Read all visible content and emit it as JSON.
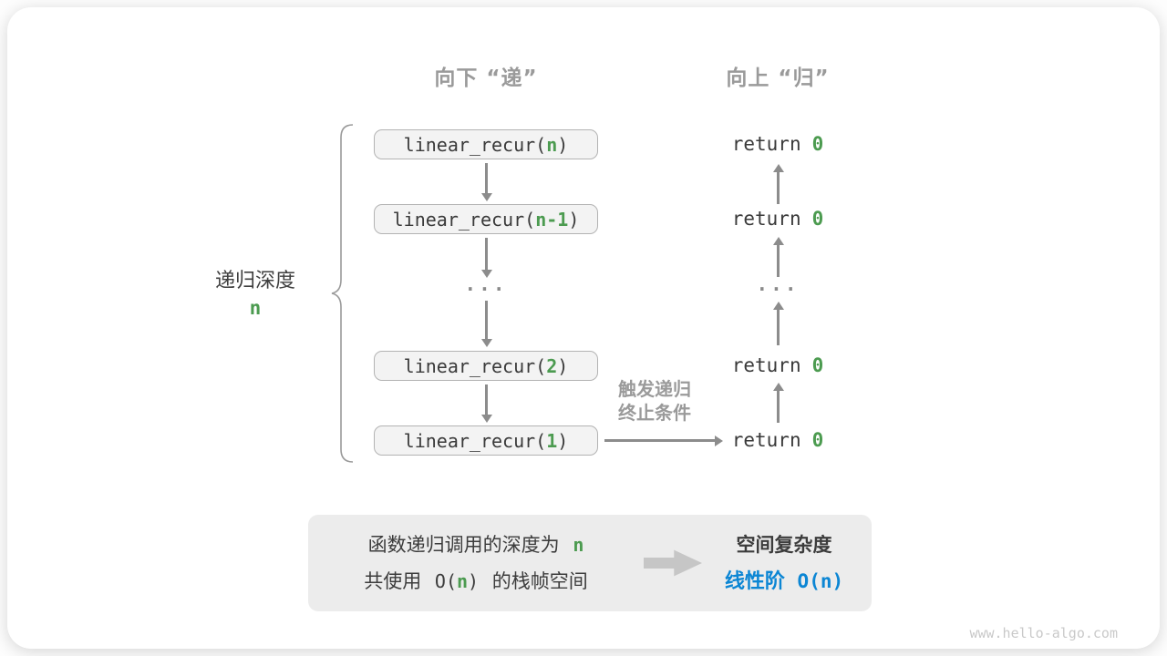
{
  "headers": {
    "down": "向下 “递”",
    "up": "向上 “归”"
  },
  "syntax": {
    "open": "(",
    "close": ")"
  },
  "calls": [
    {
      "fn": "linear_recur",
      "arg": "n"
    },
    {
      "fn": "linear_recur",
      "arg": "n-1"
    },
    {
      "fn": "linear_recur",
      "arg": "2"
    },
    {
      "fn": "linear_recur",
      "arg": "1"
    }
  ],
  "returns": [
    {
      "keyword": "return",
      "value": "0"
    },
    {
      "keyword": "return",
      "value": "0"
    },
    {
      "keyword": "return",
      "value": "0"
    },
    {
      "keyword": "return",
      "value": "0"
    }
  ],
  "misc": {
    "ellipsis": "..."
  },
  "depth_label": {
    "text": "递归深度",
    "var": "n"
  },
  "trigger": {
    "line1": "触发递归",
    "line2": "终止条件"
  },
  "summary": {
    "line1_text": "函数递归调用的深度为",
    "line1_var": "n",
    "line2_pre": "共使用",
    "line2_big_o": "O(",
    "line2_var": "n",
    "line2_close": ")",
    "line2_post": "的栈帧空间",
    "result_title": "空间复杂度",
    "result_value_cn": "线性阶",
    "result_value_o": "O(n)"
  },
  "watermark": "www.hello-algo.com",
  "colors": {
    "accent_green": "#4c9b50",
    "accent_blue": "#0c86d4",
    "arrow_gray": "#8c8c8c"
  }
}
